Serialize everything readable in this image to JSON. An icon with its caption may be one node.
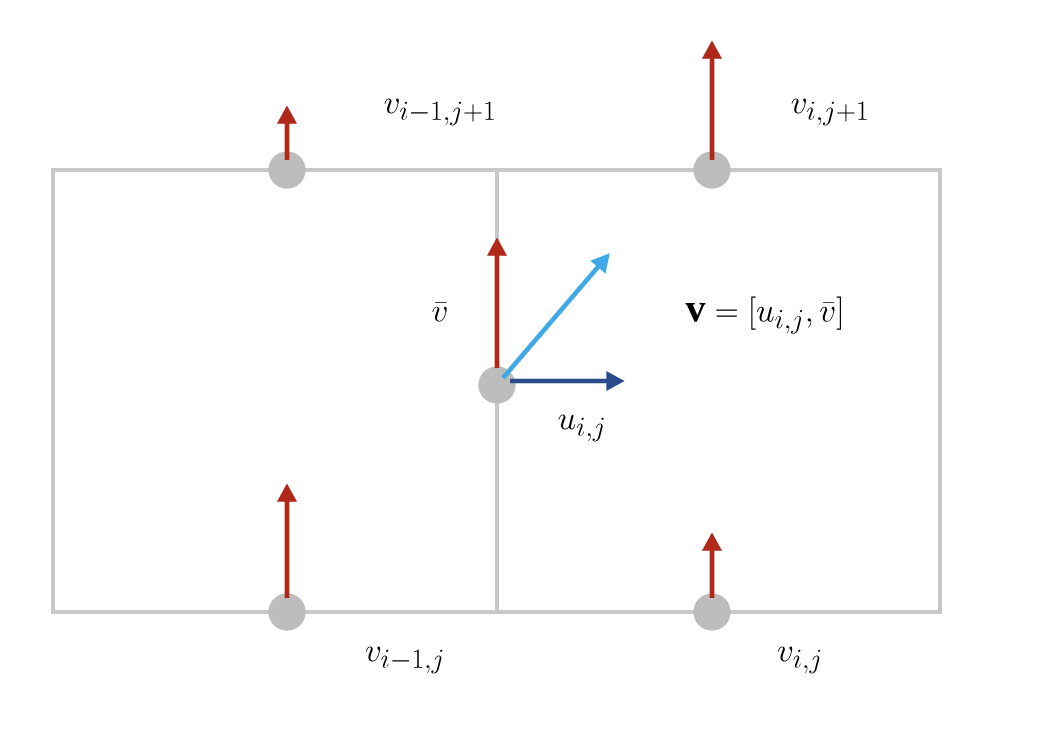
{
  "diagram": {
    "labels": [
      "v_{i-1,j+1}",
      "v_{i,j+1}",
      "\\bar{v}",
      "\\mathbf{v} = [u_{i,j}, \\bar{v}]",
      "u_{i,j}",
      "v_{i-1,j}",
      "v_{i,j}"
    ]
  }
}
